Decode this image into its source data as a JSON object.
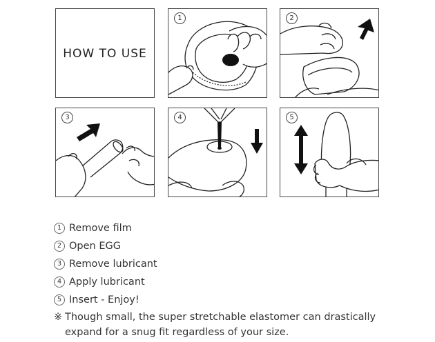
{
  "title": "HOW TO USE",
  "panels": [
    {
      "number": "1",
      "icon": "remove-film-illustration"
    },
    {
      "number": "2",
      "icon": "open-egg-illustration"
    },
    {
      "number": "3",
      "icon": "remove-lubricant-illustration"
    },
    {
      "number": "4",
      "icon": "apply-lubricant-illustration"
    },
    {
      "number": "5",
      "icon": "insert-illustration"
    }
  ],
  "steps": [
    {
      "number": "1",
      "text": "Remove film"
    },
    {
      "number": "2",
      "text": "Open EGG"
    },
    {
      "number": "3",
      "text": "Remove lubricant"
    },
    {
      "number": "4",
      "text": "Apply lubricant"
    },
    {
      "number": "5",
      "text": "Insert - Enjoy!"
    }
  ],
  "note": {
    "mark": "※",
    "text": "Though small, the super stretchable elastomer can drastically expand for a snug fit regardless of your size."
  }
}
